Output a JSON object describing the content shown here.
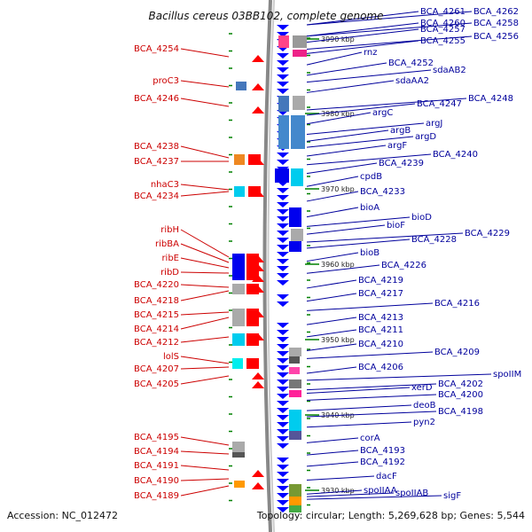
{
  "title": "Bacillus cereus 03BB102, complete genome",
  "footer": {
    "accession": "Accession: NC_012472",
    "topology": "Topology: circular; Length: 5,269,628 bp; Genes: 5,544"
  },
  "colors": {
    "left_label": "#cc0000",
    "right_label": "#00009c",
    "forward_gene": "#ff0000",
    "reverse_gene": "#0000ff",
    "backbone": "#888888",
    "tick": "#008000"
  },
  "ticks": [
    "3990 kbp",
    "3980 kbp",
    "3970 kbp",
    "3960 kbp",
    "3950 kbp",
    "3940 kbp",
    "3930 kbp"
  ],
  "left_labels": [
    "BCA_4254",
    "proC3",
    "BCA_4246",
    "BCA_4238",
    "BCA_4237",
    "nhaC3",
    "BCA_4234",
    "ribH",
    "ribBA",
    "ribE",
    "ribD",
    "BCA_4220",
    "BCA_4218",
    "BCA_4215",
    "BCA_4214",
    "BCA_4212",
    "lolS",
    "BCA_4207",
    "BCA_4205",
    "BCA_4195",
    "BCA_4194",
    "BCA_4191",
    "BCA_4190",
    "BCA_4189"
  ],
  "right_labels": [
    "BCA_4261",
    "BCA_4262",
    "BCA_4260",
    "BCA_4258",
    "BCA_4257",
    "BCA_4256",
    "BCA_4255",
    "rnz",
    "BCA_4252",
    "sdaAB2",
    "sdaAA2",
    "BCA_4248",
    "BCA_4247",
    "argC",
    "argJ",
    "argB",
    "argD",
    "argF",
    "BCA_4240",
    "BCA_4239",
    "cpdB",
    "BCA_4233",
    "bioA",
    "bioD",
    "bioF",
    "BCA_4229",
    "BCA_4228",
    "bioB",
    "BCA_4226",
    "BCA_4219",
    "BCA_4217",
    "BCA_4216",
    "BCA_4213",
    "BCA_4211",
    "BCA_4210",
    "BCA_4209",
    "BCA_4206",
    "spoIIM",
    "xerD",
    "BCA_4202",
    "BCA_4200",
    "deoB",
    "BCA_4198",
    "pyn2",
    "corA",
    "BCA_4193",
    "BCA_4192",
    "dacF",
    "spoIIAA",
    "spoIIAB",
    "sigF"
  ]
}
